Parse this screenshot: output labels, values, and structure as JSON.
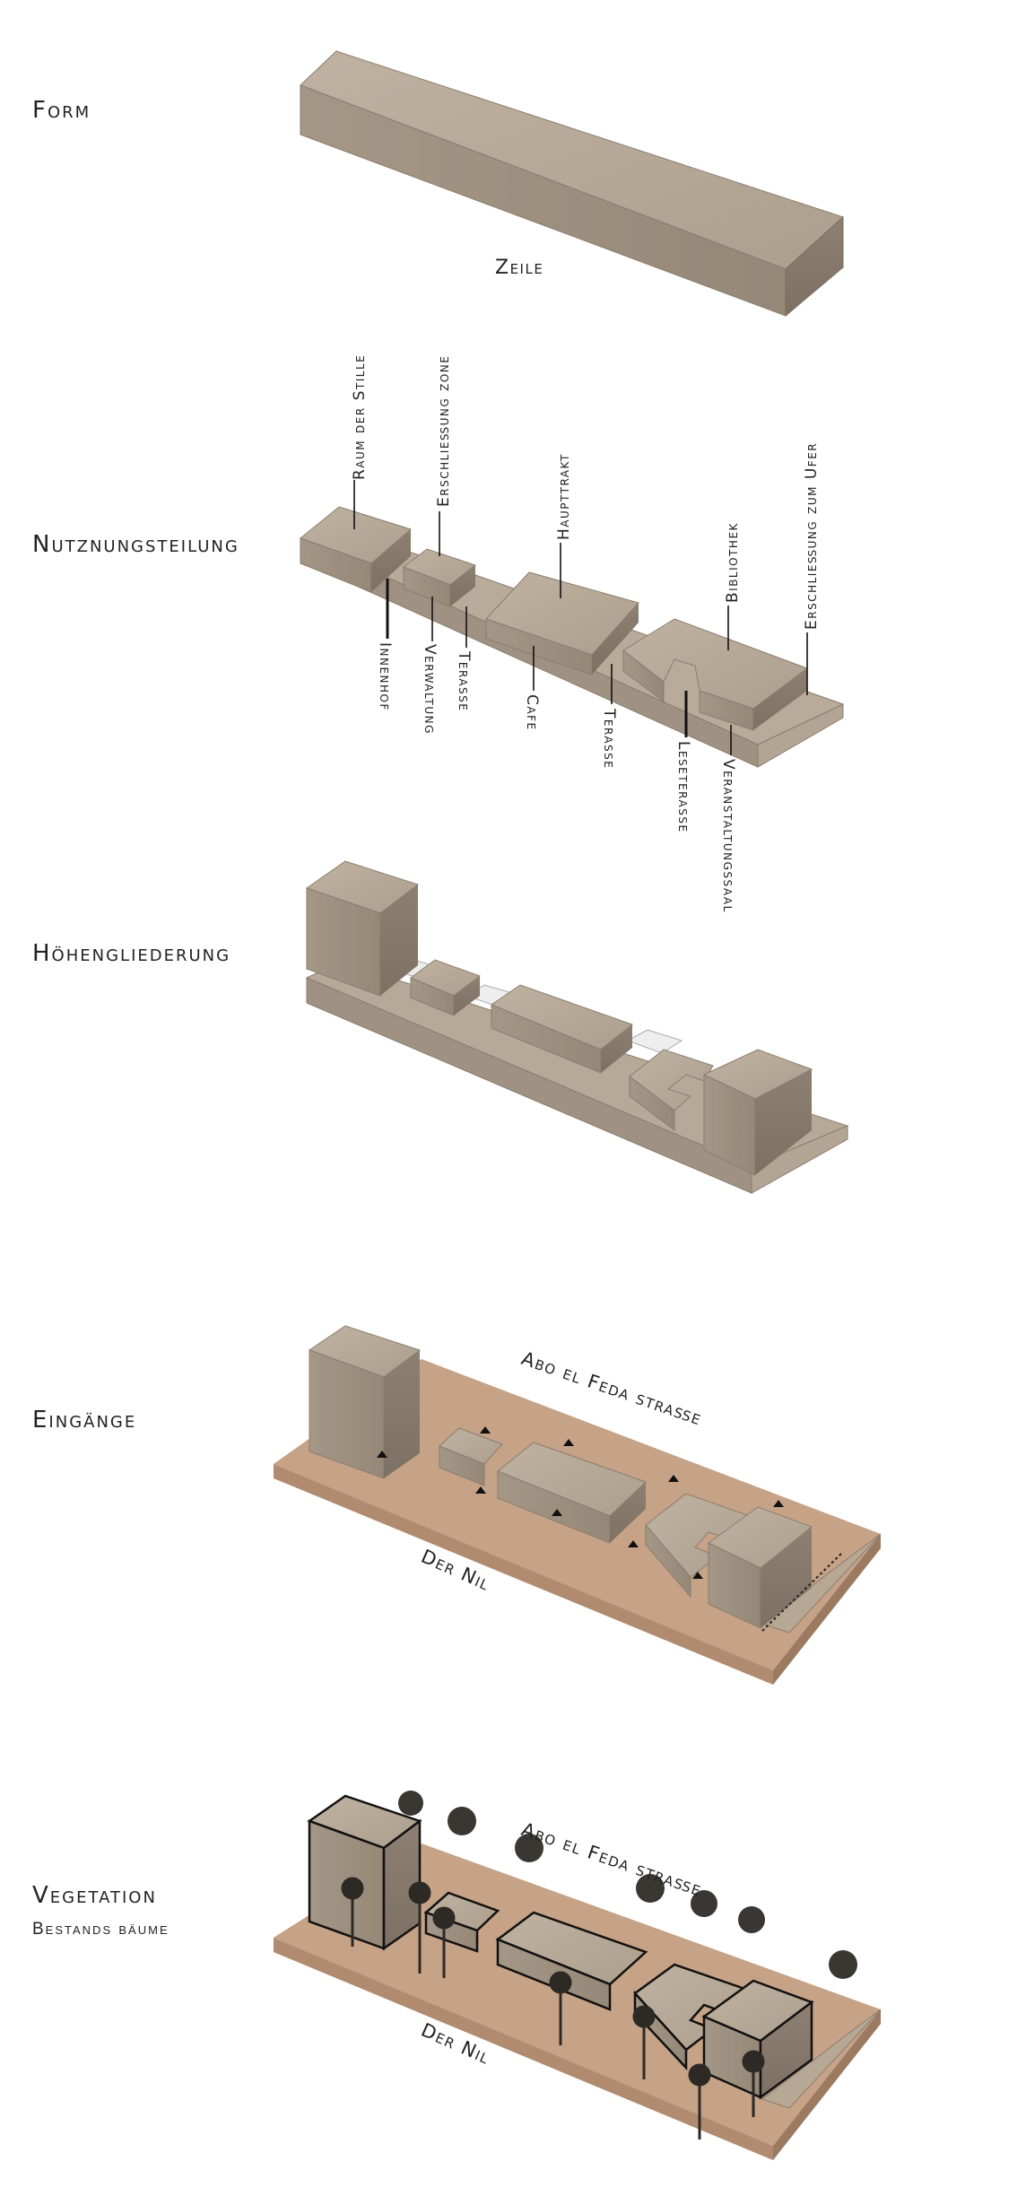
{
  "sections": {
    "form": {
      "title": "Form",
      "caption": "Zeile"
    },
    "nutzung": {
      "title": "Nutznungsteilung",
      "labels_top": [
        "Raum der Stille",
        "Erschließung zone",
        "Haupttrakt",
        "Bibliothek",
        "Erschließung zum Ufer"
      ],
      "labels_bottom": [
        "Innenhof",
        "Verwaltung",
        "Terasse",
        "Cafe",
        "Terasse",
        "Leseterasse",
        "Veranstaltungssaal"
      ]
    },
    "hoehe": {
      "title": "Höhengliederung"
    },
    "eingaenge": {
      "title": "Eingänge",
      "street": "Abo el Feda straße",
      "river": "Der Nil"
    },
    "vegetation": {
      "title": "Vegetation",
      "subtitle": "Bestands bäume",
      "street": "Abo el Feda straße",
      "river": "Der Nil"
    }
  },
  "colors": {
    "block_top": "#b8aa98",
    "block_left": "#a09282",
    "block_right": "#8a7d6f",
    "ground": "#c9a588",
    "ground_side": "#b08b6f",
    "outline": "#222222"
  }
}
